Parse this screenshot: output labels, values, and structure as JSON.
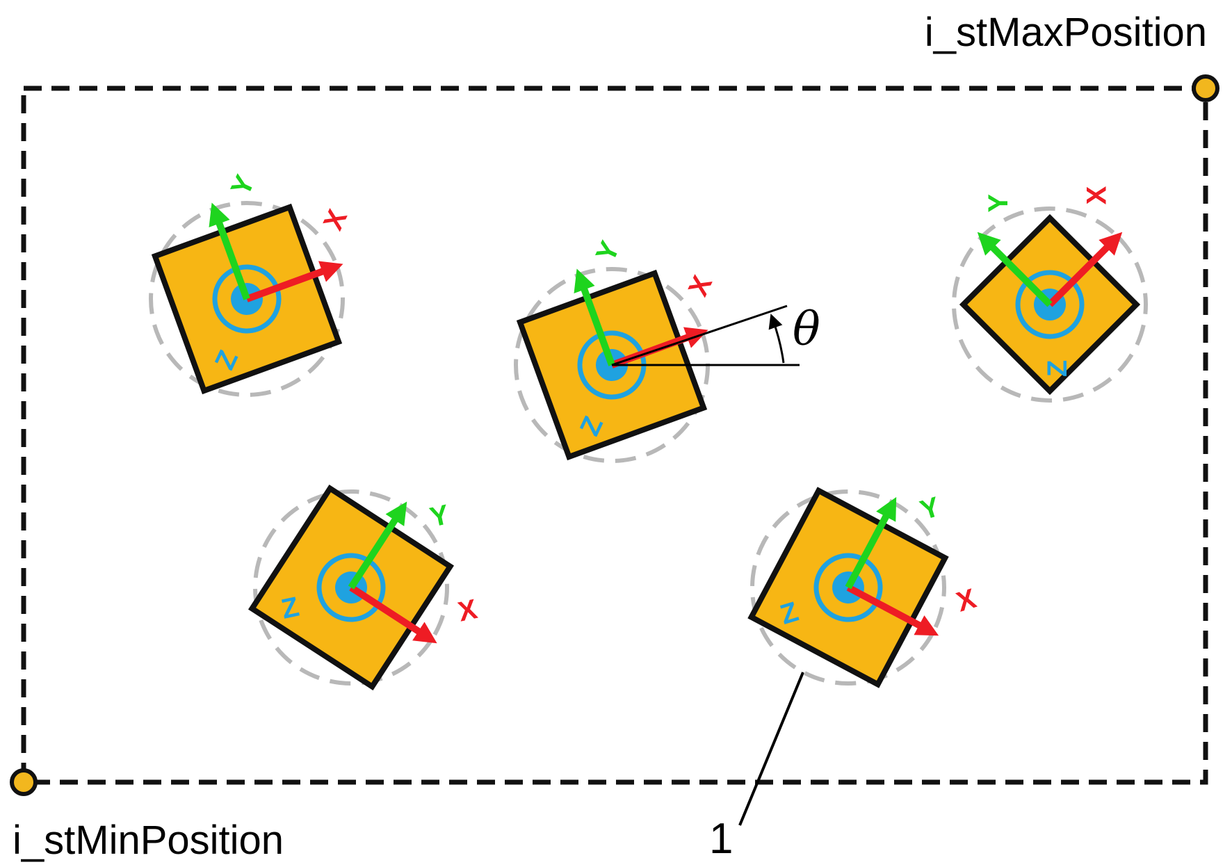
{
  "labels": {
    "max_position": "i_stMaxPosition",
    "min_position": "i_stMinPosition",
    "callout": "1",
    "theta": "θ"
  },
  "axes": {
    "x": "X",
    "y": "Y",
    "z": "Z"
  },
  "colors": {
    "boundary": "#111111",
    "corner_marker": "#F2B71E",
    "item_fill": "#F7B614",
    "item_outline": "#111111",
    "x_axis": "#EE1C24",
    "y_axis": "#1ED41E",
    "z_axis": "#1FA2E0",
    "tolerance_ring": "#B8B8B8"
  },
  "items": [
    {
      "id": "item-top-left",
      "rotation_deg": -20
    },
    {
      "id": "item-center",
      "rotation_deg": -20
    },
    {
      "id": "item-top-right",
      "rotation_deg": -45
    },
    {
      "id": "item-bottom-left",
      "rotation_deg": 33
    },
    {
      "id": "item-bottom-right",
      "rotation_deg": 28
    }
  ]
}
